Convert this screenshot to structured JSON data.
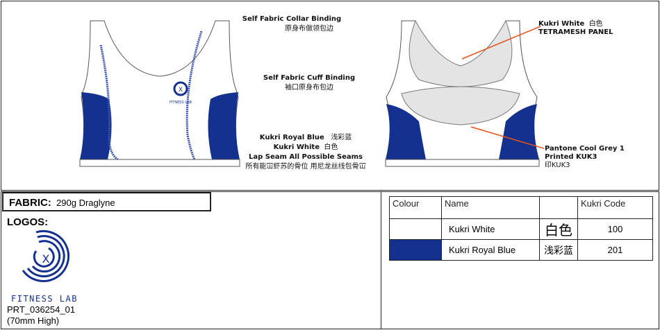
{
  "front_annotations": {
    "collar_en": "Self Fabric Collar Binding",
    "collar_cn": "原身布做领包边",
    "cuff_en": "Self Fabric Cuff Binding",
    "cuff_cn": "袖口原身布包边",
    "royal_en": "Kukri Royal Blue",
    "royal_cn": "浅彩蓝",
    "white_en": "Kukri White",
    "white_cn": "白色",
    "seam_en": "Lap Seam All Possible Seams",
    "seam_cn": "所有能冚虾苏的骨位 用尼龙丝线包骨冚"
  },
  "back_annotations": {
    "panel_line1_en": "Kukri White",
    "panel_line1_cn": "白色",
    "panel_line2": "TETRAMESH PANEL",
    "print_line1": "Pantone Cool Grey 1",
    "print_line2": "Printed KUK3",
    "print_line3": "印KUK3"
  },
  "chest_logo_text": "FITNESS LAB",
  "fabric": {
    "label": "FABRIC:",
    "value": "290g Draglyne"
  },
  "logos": {
    "label": "LOGOS:",
    "logo_text": "FITNESS LAB",
    "code": "PRT_036254_01",
    "size": "(70mm High)"
  },
  "colour_table": {
    "headers": [
      "Colour",
      "Name",
      "",
      "Kukri Code"
    ],
    "rows": [
      {
        "swatch": "#ffffff",
        "name": "Kukri White",
        "cn": "白色",
        "code": "100"
      },
      {
        "swatch": "#14318f",
        "name": "Kukri Royal Blue",
        "cn": "浅彩蓝",
        "code": "201"
      }
    ]
  },
  "colors": {
    "royal_blue": "#14318f",
    "pointer": "#e8501c",
    "mesh_grey": "#e4e4e4"
  }
}
